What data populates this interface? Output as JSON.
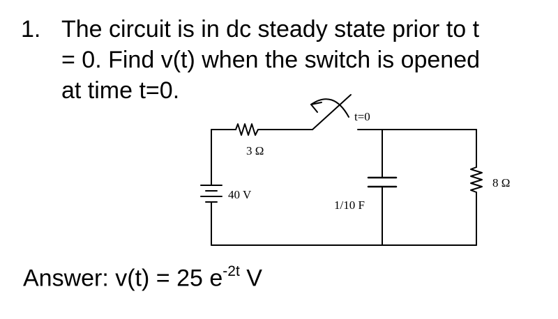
{
  "problem": {
    "number": "1.",
    "lines": [
      "The circuit is in dc steady state prior to t",
      "= 0. Find v(t) when the switch is opened",
      "at time t=0."
    ]
  },
  "circuit": {
    "resistor_r1": "3 Ω",
    "source": "40 V",
    "switch": "t=0",
    "capacitor": "1/10 F",
    "resistor_r2": "8 Ω"
  },
  "answer": {
    "prefix": "Answer: v(t) = 25 e",
    "exponent": "-2t",
    "suffix": " V"
  }
}
